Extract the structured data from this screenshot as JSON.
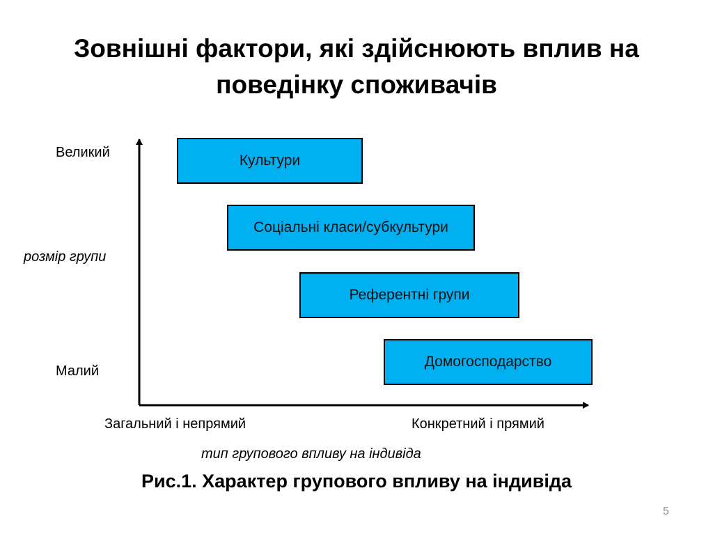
{
  "slide": {
    "title": "Зовнішні фактори, які здійснюють вплив на поведінку споживачів",
    "caption": "Рис.1. Характер групового впливу на індивіда",
    "page_number": "5"
  },
  "diagram": {
    "y_axis": {
      "top_label": "Великий",
      "middle_label": "розмір групи",
      "bottom_label": "Малий"
    },
    "x_axis": {
      "left_label": "Загальний і непрямий",
      "right_label": "Конкретний і прямий",
      "title": "тип групового впливу на індивіда"
    },
    "boxes": [
      {
        "label": "Культури"
      },
      {
        "label": "Соціальні класи/субкультури"
      },
      {
        "label": "Референтні групи"
      },
      {
        "label": "Домогосподарство"
      }
    ],
    "colors": {
      "box_fill": "#00b0f0",
      "box_border": "#000000"
    }
  }
}
